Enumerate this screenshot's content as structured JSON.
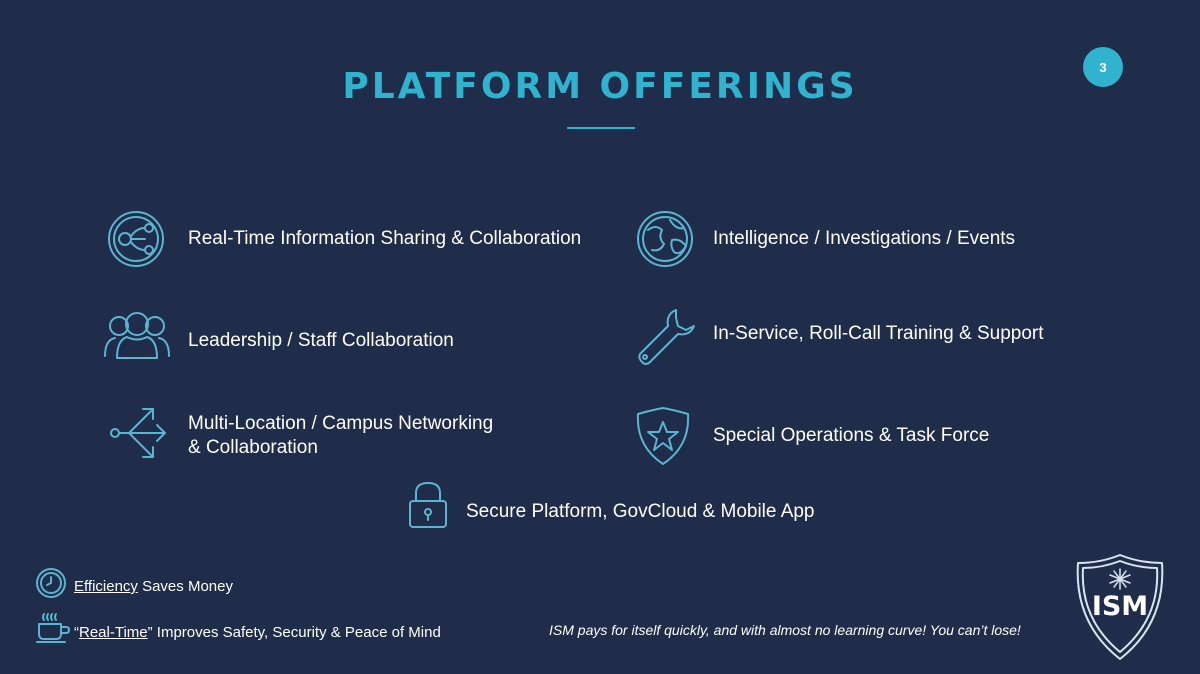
{
  "slide": {
    "title": "PLATFORM OFFERINGS",
    "page_number": "3",
    "accent_color": "#2fb3cf",
    "background_color": "#1f2c4a"
  },
  "offerings": [
    {
      "label": "Real-Time Information Sharing & Collaboration",
      "icon": "network-globe-icon"
    },
    {
      "label": "Intelligence / Investigations / Events",
      "icon": "globe-icon"
    },
    {
      "label": "Leadership / Staff Collaboration",
      "icon": "people-group-icon"
    },
    {
      "label": "In-Service, Roll-Call Training & Support",
      "icon": "wrench-icon"
    },
    {
      "label_line1": "Multi-Location / Campus Networking",
      "label_line2": "& Collaboration",
      "icon": "arrows-branch-icon"
    },
    {
      "label": "Special Operations & Task Force",
      "icon": "star-badge-icon"
    },
    {
      "label": "Secure Platform, GovCloud & Mobile App",
      "icon": "padlock-icon"
    }
  ],
  "footer": {
    "efficiency_link": "Efficiency",
    "efficiency_rest": " Saves Money",
    "realtime_open_quote": "“",
    "realtime_link": "Real-Time",
    "realtime_rest": "” Improves Safety, Security & Peace of Mind",
    "tagline": "ISM pays for itself quickly, and with almost no learning curve! You can’t lose!",
    "clock_icon": "stopwatch-icon",
    "cup_icon": "coffee-cup-icon"
  },
  "logo": {
    "text": "ISM"
  }
}
